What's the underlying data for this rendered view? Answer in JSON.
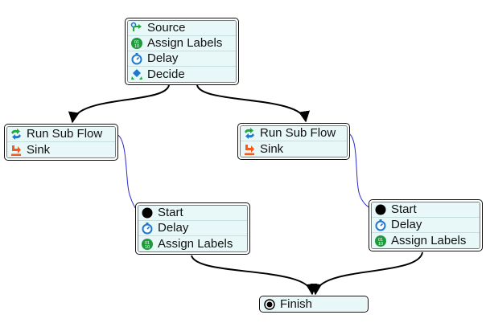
{
  "flow": {
    "main": {
      "activities": [
        {
          "label": "Source",
          "icon": "source-icon"
        },
        {
          "label": "Assign Labels",
          "icon": "assign-labels-icon"
        },
        {
          "label": "Delay",
          "icon": "delay-icon"
        },
        {
          "label": "Decide",
          "icon": "decide-icon"
        }
      ]
    },
    "left_branch": {
      "activities": [
        {
          "label": "Run Sub Flow",
          "icon": "run-sub-flow-icon"
        },
        {
          "label": "Sink",
          "icon": "sink-icon"
        }
      ]
    },
    "right_branch": {
      "activities": [
        {
          "label": "Run Sub Flow",
          "icon": "run-sub-flow-icon"
        },
        {
          "label": "Sink",
          "icon": "sink-icon"
        }
      ]
    },
    "left_subflow": {
      "activities": [
        {
          "label": "Start",
          "icon": "start-icon"
        },
        {
          "label": "Delay",
          "icon": "delay-icon"
        },
        {
          "label": "Assign Labels",
          "icon": "assign-labels-icon"
        }
      ]
    },
    "right_subflow": {
      "activities": [
        {
          "label": "Start",
          "icon": "start-icon"
        },
        {
          "label": "Delay",
          "icon": "delay-icon"
        },
        {
          "label": "Assign Labels",
          "icon": "assign-labels-icon"
        }
      ]
    },
    "finish": {
      "activities": [
        {
          "label": "Finish",
          "icon": "finish-icon"
        }
      ]
    }
  },
  "colors": {
    "row_background": "#e8f8f8",
    "connector": "#000000",
    "subflow_link": "#2a2acc"
  }
}
